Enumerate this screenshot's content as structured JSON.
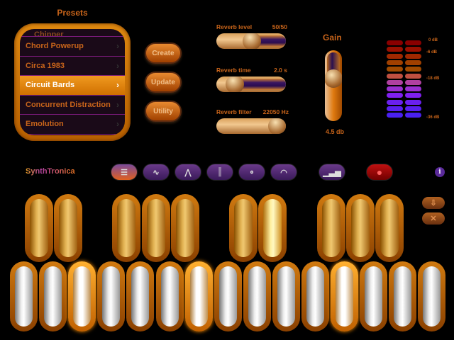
{
  "presets": {
    "title": "Presets",
    "partial_item": "Chipper",
    "items": [
      {
        "label": "Chord Powerup",
        "selected": false
      },
      {
        "label": "Circa 1983",
        "selected": false
      },
      {
        "label": "Circuit Bards",
        "selected": true
      },
      {
        "label": "Concurrent Distraction",
        "selected": false
      },
      {
        "label": "Emolution",
        "selected": false
      }
    ],
    "chevron": "›"
  },
  "buttons": {
    "create": "Create",
    "update": "Update",
    "utility": "Utility"
  },
  "reverb": {
    "level": {
      "label": "Reverb level",
      "value": "50/50",
      "fraction": 0.5
    },
    "time": {
      "label": "Reverb time",
      "value": "2.0 s",
      "fraction": 0.2
    },
    "filter": {
      "label": "Reverb filter",
      "value": "22050 Hz",
      "fraction": 1.0
    }
  },
  "gain": {
    "title": "Gain",
    "value": "4.5 db",
    "fraction": 0.55
  },
  "meter": {
    "labels": [
      "0 dB",
      "-6 dB",
      "-18 dB",
      "-36 dB"
    ],
    "colors": [
      "#8a0000",
      "#9a1000",
      "#a02800",
      "#a04000",
      "#a04a00",
      "#c05040",
      "#b040a0",
      "#9a30d0",
      "#8020f0",
      "#6a20f0",
      "#5a20f0",
      "#4a20f0"
    ]
  },
  "brand": {
    "name": "SynthTronica"
  },
  "toolbar": {
    "icons": [
      "keyboard-icon",
      "waveform-icon",
      "envelope-icon",
      "mixer-icon",
      "effects-icon",
      "arpeggiator-icon",
      "spectrum-icon",
      "record-icon",
      "info-icon"
    ],
    "info": "i"
  },
  "side_buttons": {
    "down": "⇩",
    "close": "✕"
  },
  "keyboard": {
    "black_keys_pressed": [
      false,
      false,
      false,
      false,
      false,
      false,
      true,
      false,
      false,
      false
    ],
    "white_keys_pressed": [
      false,
      false,
      true,
      false,
      false,
      false,
      true,
      false,
      false,
      false,
      false,
      true,
      false,
      false,
      false
    ]
  }
}
